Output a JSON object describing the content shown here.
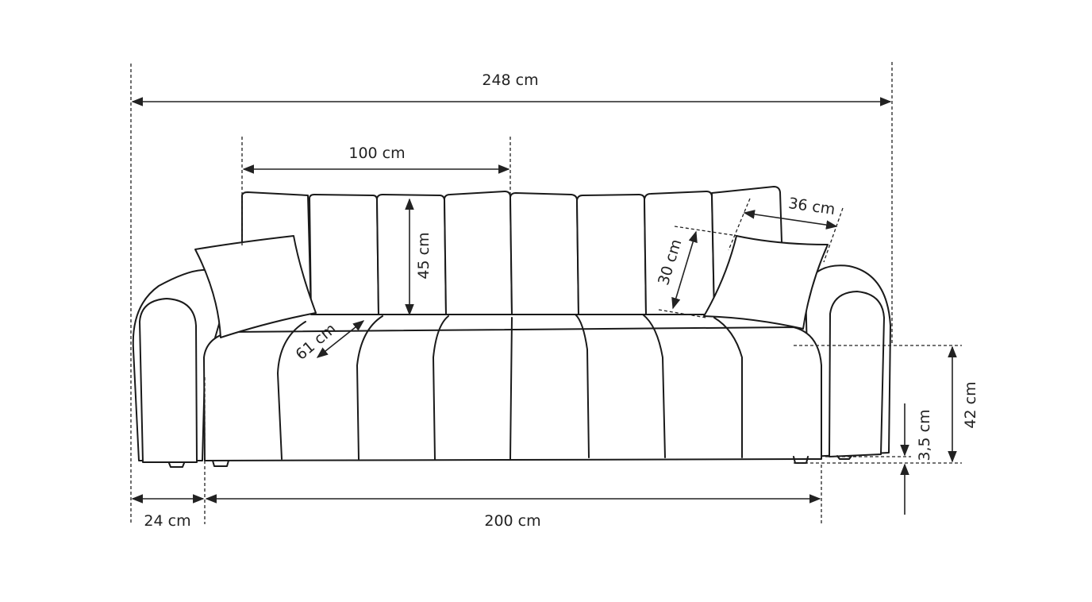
{
  "title": "Sofa dimensions drawing",
  "dimensions": {
    "overall_width": "248 cm",
    "back_cushion_width": "100 cm",
    "back_cushion_height": "45 cm",
    "pillow_width": "36 cm",
    "pillow_height": "30 cm",
    "seat_depth": "61 cm",
    "seat_height": "42 cm",
    "leg_height": "3,5 cm",
    "armrest_width": "24 cm",
    "seat_width": "200 cm"
  }
}
